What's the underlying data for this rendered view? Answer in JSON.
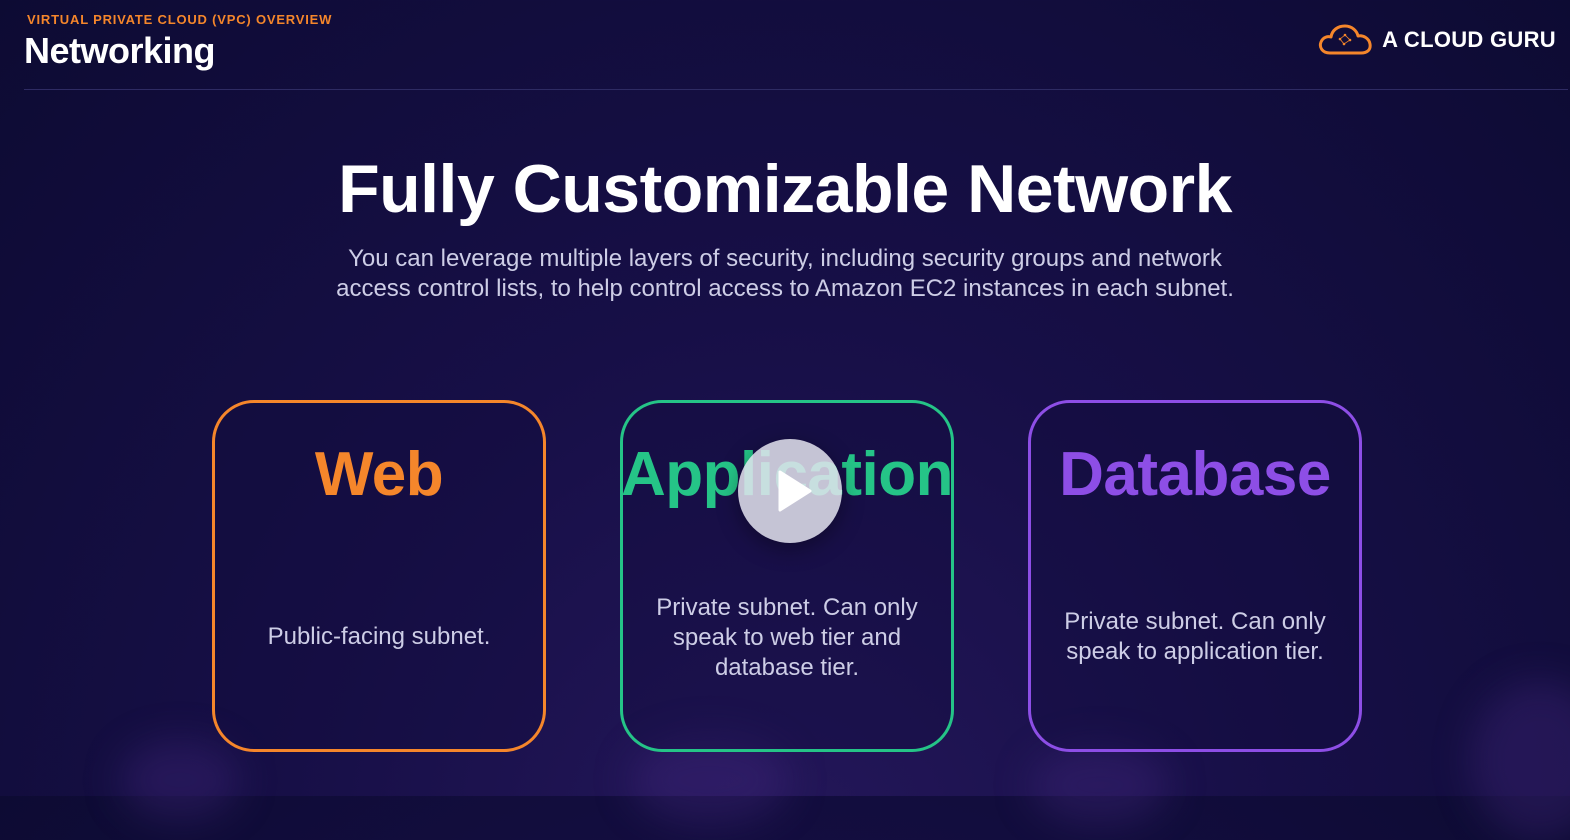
{
  "header": {
    "kicker": "VIRTUAL PRIVATE CLOUD (VPC) OVERVIEW",
    "section_title": "Networking",
    "brand": "A CLOUD GURU",
    "brand_icon": "cloud-logo-icon"
  },
  "slide": {
    "headline": "Fully Customizable Network",
    "subline_line1": "You can leverage multiple layers of security, including security groups and network",
    "subline_line2": "access control lists, to help control access to Amazon EC2 instances in each subnet."
  },
  "cards": [
    {
      "title": "Web",
      "desc_lines": [
        "Public-facing subnet."
      ],
      "color": "#f5862b"
    },
    {
      "title": "Application",
      "desc_lines": [
        "Private subnet. Can only",
        "speak to web tier and",
        "database tier."
      ],
      "color": "#25c487"
    },
    {
      "title": "Database",
      "desc_lines": [
        "Private subnet. Can only",
        "speak to application tier."
      ],
      "color": "#8d4ee6"
    }
  ],
  "player": {
    "play_icon": "play-icon"
  },
  "colors": {
    "accent_orange": "#f5862b",
    "accent_green": "#25c487",
    "accent_purple": "#8d4ee6",
    "background": "#170f47"
  }
}
